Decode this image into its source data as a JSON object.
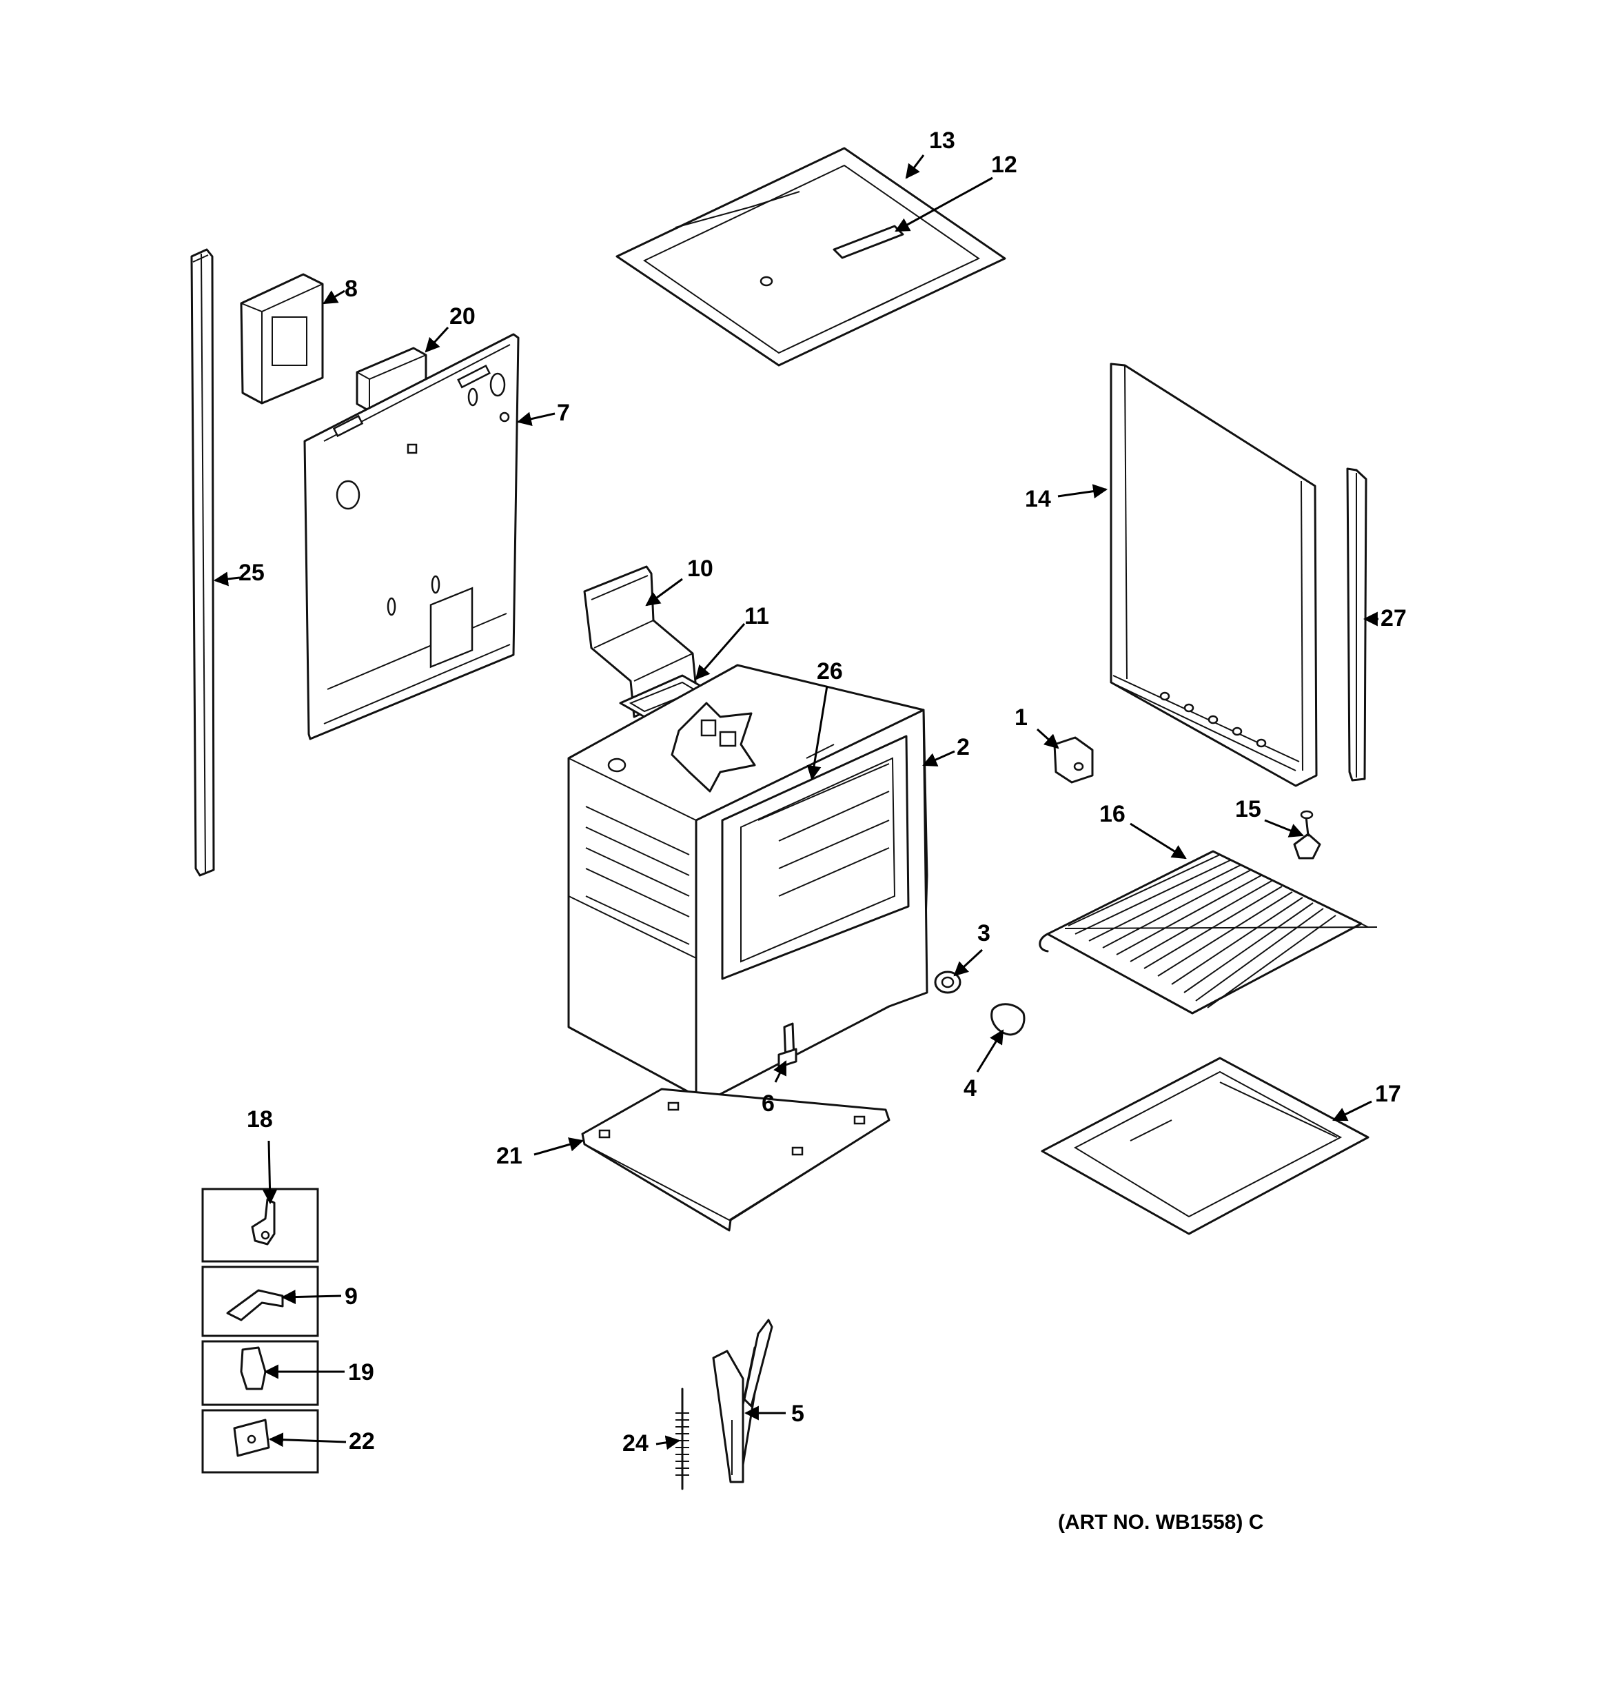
{
  "callouts": {
    "c1": "1",
    "c2": "2",
    "c3": "3",
    "c4": "4",
    "c5": "5",
    "c6": "6",
    "c7": "7",
    "c8": "8",
    "c9": "9",
    "c10": "10",
    "c11": "11",
    "c12": "12",
    "c13": "13",
    "c14": "14",
    "c15": "15",
    "c16": "16",
    "c17": "17",
    "c18": "18",
    "c19": "19",
    "c20": "20",
    "c21": "21",
    "c22": "22",
    "c24": "24",
    "c25": "25",
    "c26": "26",
    "c27": "27"
  },
  "art_number": "(ART NO. WB1558) C",
  "colors": {
    "ink": "#111111",
    "paper": "#ffffff"
  }
}
